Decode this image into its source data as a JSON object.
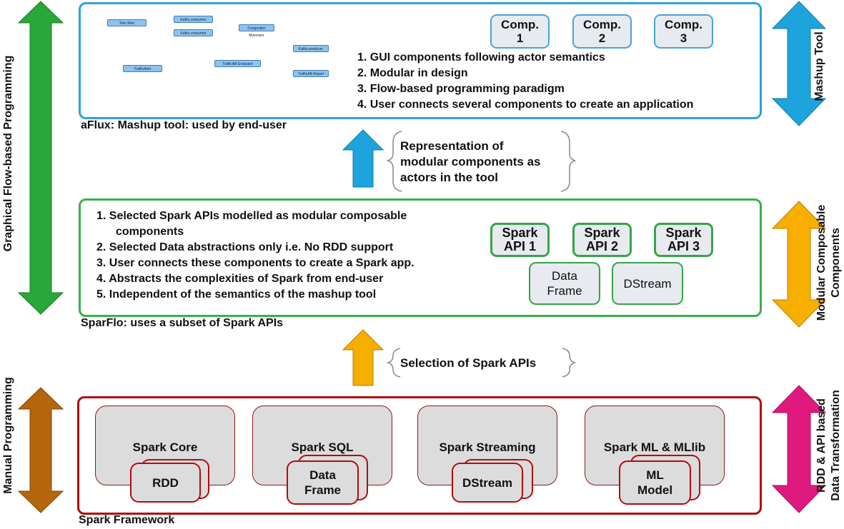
{
  "side_left": {
    "graphical": "Graphical Flow-based Programming",
    "manual": "Manual Programming"
  },
  "side_right": {
    "mashup": "Mashup Tool",
    "modular_line1": "Modular Composable",
    "modular_line2": "Components",
    "rdd_line1": "RDD & API based",
    "rdd_line2": "Data Transformation"
  },
  "aflux": {
    "label": "aFlux: Mashup tool: used by end-user",
    "components": [
      {
        "line1": "Comp.",
        "line2": "1"
      },
      {
        "line1": "Comp.",
        "line2": "2"
      },
      {
        "line1": "Comp.",
        "line2": "3"
      }
    ],
    "list": [
      "1. GUI components following actor semantics",
      "2. Modular in design",
      "3. Flow-based programming paradigm",
      "4. User connects several components to create an application"
    ],
    "screenshot_nodes": [
      "Twin Metr",
      "Kafka consumer",
      "Kafka consumer",
      "Congestion Minimizer",
      "TrafficAlert",
      "TrafficAB Evaluator",
      "Kafka producer",
      "TrafficAB Report"
    ]
  },
  "callout_top": {
    "line1": "Representation of",
    "line2": "modular components as",
    "line3": "actors in the tool"
  },
  "callout_bottom": {
    "text": "Selection of Spark APIs"
  },
  "sparflo": {
    "label": "SparFlo: uses a subset of  Spark APIs",
    "list": [
      "1. Selected Spark APIs modelled as modular composable",
      "components",
      "2. Selected Data abstractions only i.e. No RDD support",
      "3. User connects these components to create a Spark app.",
      "4. Abstracts the complexities of Spark from end-user",
      "5. Independent of the semantics of the mashup tool"
    ],
    "apis": [
      {
        "line1": "Spark",
        "line2": "API 1"
      },
      {
        "line1": "Spark",
        "line2": "API 2"
      },
      {
        "line1": "Spark",
        "line2": "API 3"
      }
    ],
    "abstractions": [
      {
        "line1": "Data",
        "line2": "Frame"
      },
      {
        "line1": "DStream",
        "line2": ""
      }
    ]
  },
  "spark": {
    "label": "Spark Framework",
    "modules": [
      {
        "title": "Spark Core",
        "card1": "RDD",
        "card2": ""
      },
      {
        "title": "Spark SQL",
        "card1": "Data",
        "card2": "Frame"
      },
      {
        "title": "Spark Streaming",
        "card1": "DStream",
        "card2": ""
      },
      {
        "title": "Spark ML & MLlib",
        "card1": "ML",
        "card2": "Model"
      }
    ]
  },
  "colors": {
    "green": "#28a838",
    "brown": "#b5650c",
    "blue": "#1ea4dc",
    "orange": "#f6ae00",
    "magenta": "#e0197f",
    "red_border": "#b00c10"
  }
}
